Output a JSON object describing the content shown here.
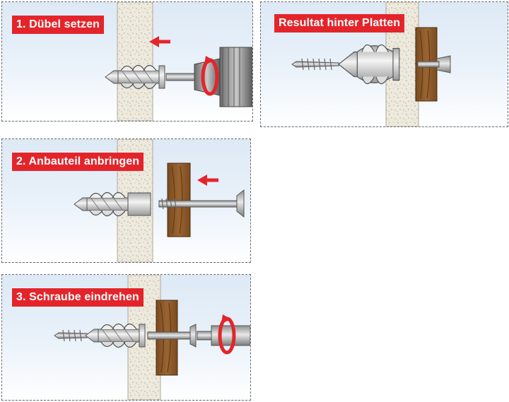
{
  "steps": [
    {
      "label": "1. Dübel setzen"
    },
    {
      "label": "Resultat hinter Platten"
    },
    {
      "label": "2. Anbauteil anbringen"
    },
    {
      "label": "3. Schraube eindrehen"
    }
  ],
  "colors": {
    "label_background": "#e3252b",
    "label_text": "#ffffff",
    "arrow": "#e3252b",
    "panel_background": "#e2edf7",
    "wall": "#ece8db",
    "wood": "#8b5a2b",
    "metal": "#b9b9b9"
  },
  "icons": [
    "push-arrow-icon",
    "rotate-arrow-icon"
  ]
}
